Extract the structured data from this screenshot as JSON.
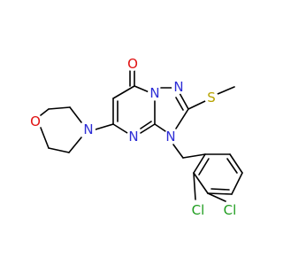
{
  "molecule": {
    "atoms": {
      "oxygen_carbonyl": {
        "label": "O",
        "color": "#e01010"
      },
      "n1_bridge": {
        "label": "N",
        "color": "#2d2dd6"
      },
      "n_triazole_top": {
        "label": "N",
        "color": "#2d2dd6"
      },
      "sulfur": {
        "label": "S",
        "color": "#b7a300"
      },
      "n4_bridgehead_sub": {
        "label": "N",
        "color": "#2d2dd6"
      },
      "n_pyrimidine": {
        "label": "N",
        "color": "#2d2dd6"
      },
      "n_morpholine": {
        "label": "N",
        "color": "#2d2dd6"
      },
      "oxygen_morpholine": {
        "label": "O",
        "color": "#e01010"
      },
      "chlorine_2": {
        "label": "Cl",
        "color": "#1f9d1f"
      },
      "chlorine_3": {
        "label": "Cl",
        "color": "#1f9d1f"
      }
    }
  }
}
